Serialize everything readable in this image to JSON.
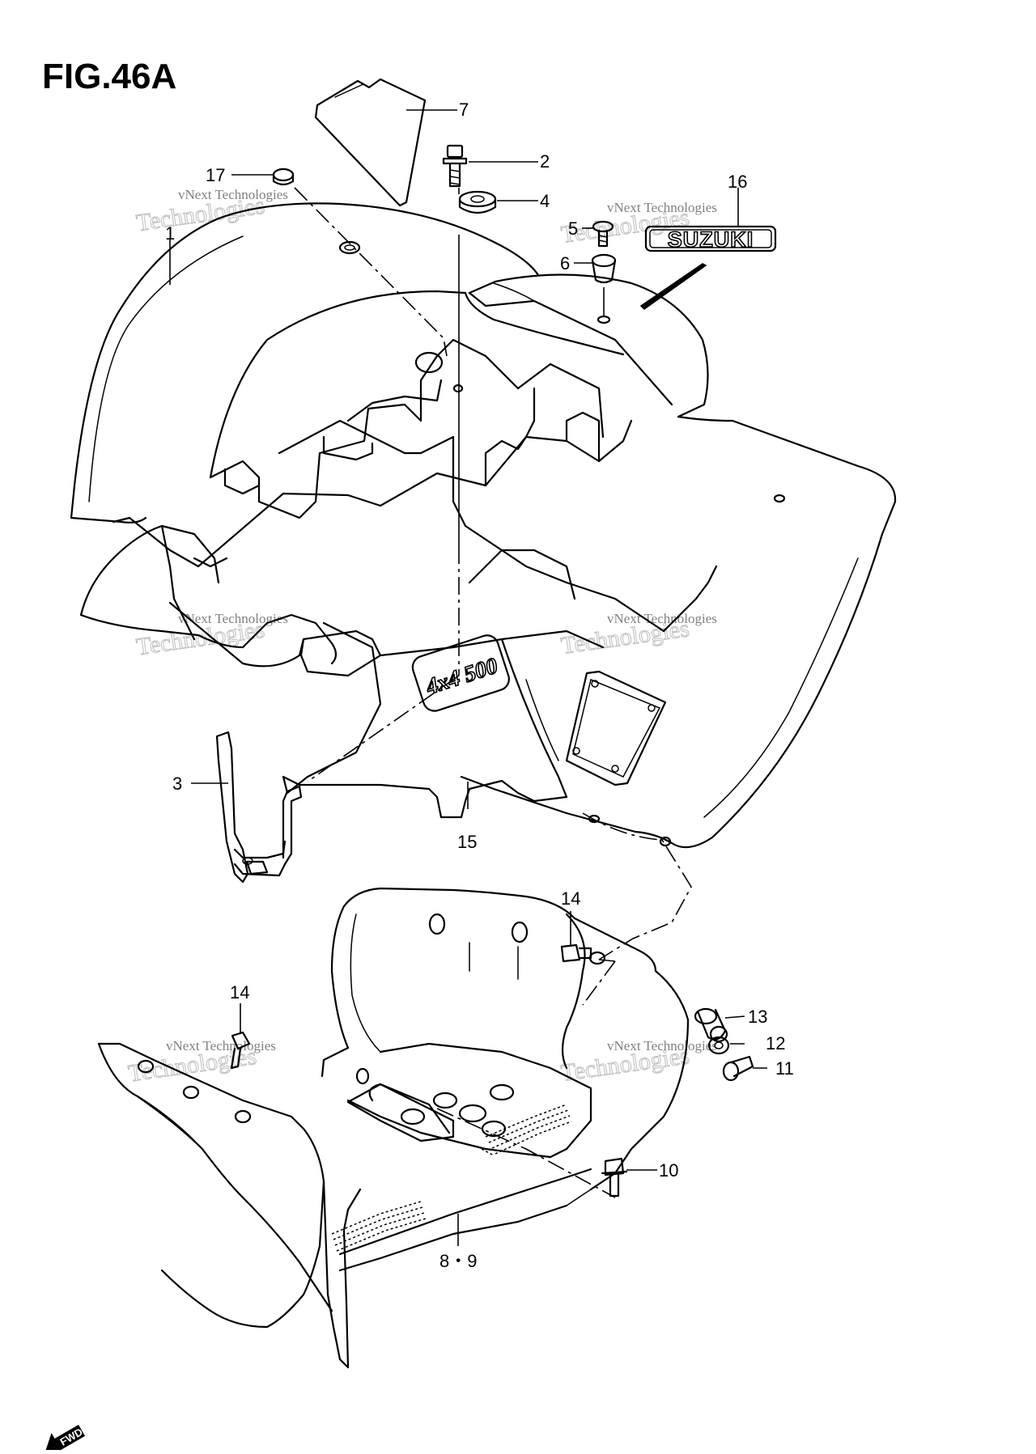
{
  "figure": {
    "title": "FIG.46A"
  },
  "watermark": {
    "line1": "vNext Technologies",
    "line2": "Technologies"
  },
  "logo": {
    "text": "SUZUKI"
  },
  "badge": {
    "text": "4x4 500"
  },
  "fwd_marker": {
    "text": "FWD"
  },
  "callouts": [
    {
      "label": "7"
    },
    {
      "label": "2"
    },
    {
      "label": "4"
    },
    {
      "label": "17"
    },
    {
      "label": "16"
    },
    {
      "label": "5"
    },
    {
      "label": "6"
    },
    {
      "label": "1"
    },
    {
      "label": "3"
    },
    {
      "label": "15"
    },
    {
      "label": "14"
    },
    {
      "label": "13"
    },
    {
      "label": "12"
    },
    {
      "label": "11"
    },
    {
      "label": "14"
    },
    {
      "label": "10"
    },
    {
      "label": "8・9"
    }
  ]
}
